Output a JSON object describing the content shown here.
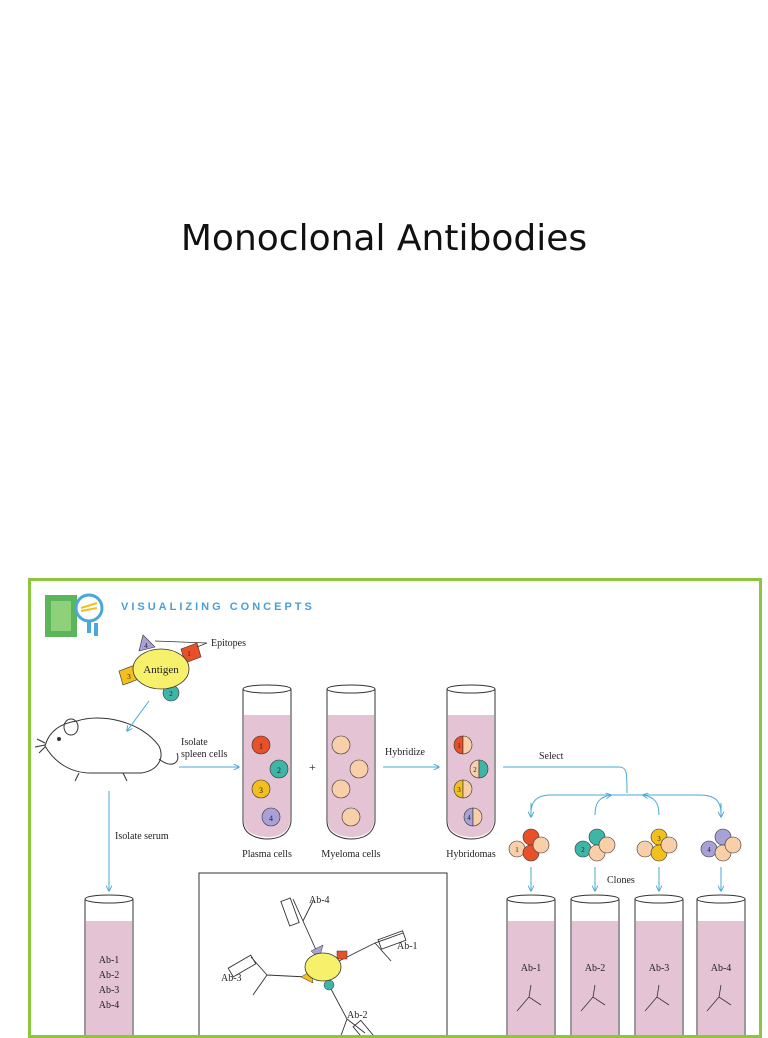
{
  "slide": {
    "title": "Monoclonal Antibodies"
  },
  "figure": {
    "header": "VISUALIZING CONCEPTS",
    "antigen_label": "Antigen",
    "epitopes_label": "Epitopes",
    "epitope_numbers": [
      "1",
      "2",
      "3",
      "4"
    ],
    "isolate_spleen": [
      "Isolate",
      "spleen cells"
    ],
    "isolate_serum": "Isolate serum",
    "plus": "+",
    "hybridize": "Hybridize",
    "select": "Select",
    "plasma_cells": "Plasma cells",
    "myeloma_cells": "Myeloma cells",
    "hybridomas": "Hybridomas",
    "clones": "Clones",
    "serum_antibodies": [
      "Ab-1",
      "Ab-2",
      "Ab-3",
      "Ab-4"
    ],
    "clone_tubes": [
      "Ab-1",
      "Ab-2",
      "Ab-3",
      "Ab-4"
    ],
    "inset_labels": [
      "Ab-4",
      "Ab-1",
      "Ab-3",
      "Ab-2"
    ],
    "colors": {
      "border": "#8cc63f",
      "arrow": "#4aa8d8",
      "tube_fill": "#e4c3d5",
      "epitope_1": "#e8502a",
      "epitope_2": "#3fb5a7",
      "epitope_3": "#f2bf1f",
      "epitope_4": "#a7a1d6",
      "myeloma": "#f8cfa9",
      "antigen": "#f7f06a"
    }
  }
}
